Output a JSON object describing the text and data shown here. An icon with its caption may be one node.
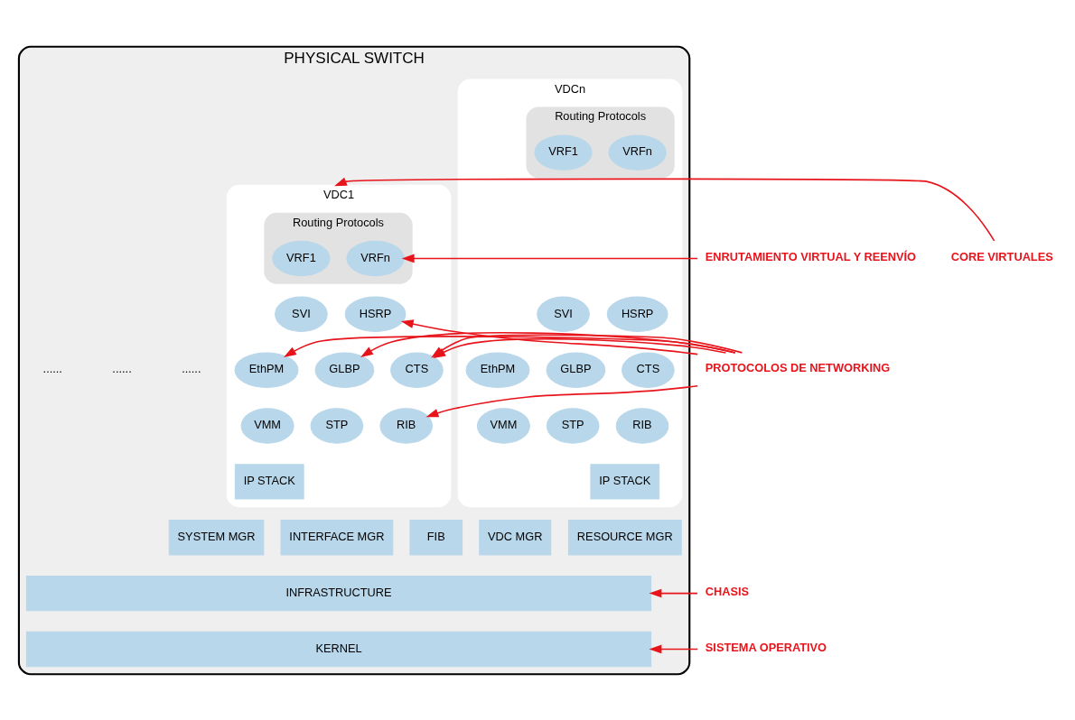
{
  "diagram": {
    "nodes": [
      {
        "text": [
          "PHYSICAL SWITCH"
        ]
      },
      {
        "text": [
          "VDC1"
        ],
        "in": 0
      },
      {
        "text": [
          "Routing Protocols"
        ],
        "in": 1
      },
      {
        "text": [
          "VRF1"
        ],
        "in": 2
      },
      {
        "text": [
          "VRFn"
        ],
        "in": 2
      },
      {
        "text": [
          "SVI"
        ],
        "in": 1
      },
      {
        "text": [
          "HSRP"
        ],
        "in": 1
      },
      {
        "text": [
          "EthPM"
        ],
        "in": 1
      },
      {
        "text": [
          "GLBP"
        ],
        "in": 1
      },
      {
        "text": [
          "CTS"
        ],
        "in": 1
      },
      {
        "text": [
          "VMM"
        ],
        "in": 1
      },
      {
        "text": [
          "STP"
        ],
        "in": 1
      },
      {
        "text": [
          "RIB"
        ],
        "in": 1
      },
      {
        "text": [
          "IP STACK"
        ],
        "in": 1
      },
      {
        "text": [
          "VDCn"
        ],
        "in": 0
      },
      {
        "text": [
          "Routing Protocols"
        ],
        "in": 14
      },
      {
        "text": [
          "VRF1"
        ],
        "in": 15
      },
      {
        "text": [
          "VRFn"
        ],
        "in": 15
      },
      {
        "text": [
          "SVI"
        ],
        "in": 14
      },
      {
        "text": [
          "HSRP"
        ],
        "in": 14
      },
      {
        "text": [
          "EthPM"
        ],
        "in": 14
      },
      {
        "text": [
          "GLBP"
        ],
        "in": 14
      },
      {
        "text": [
          "CTS"
        ],
        "in": 14
      },
      {
        "text": [
          "VMM"
        ],
        "in": 14
      },
      {
        "text": [
          "STP"
        ],
        "in": 14
      },
      {
        "text": [
          "RIB"
        ],
        "in": 14
      },
      {
        "text": [
          "IP STACK"
        ],
        "in": 14
      },
      {
        "text": [
          "SYSTEM MGR"
        ],
        "in": 0
      },
      {
        "text": [
          "INTERFACE MGR"
        ],
        "in": 0
      },
      {
        "text": [
          "FIB"
        ],
        "in": 0
      },
      {
        "text": [
          "VDC MGR"
        ],
        "in": 0
      },
      {
        "text": [
          "RESOURCE MGR"
        ],
        "in": 0
      },
      {
        "text": [
          "INFRASTRUCTURE"
        ],
        "in": 0
      },
      {
        "text": [
          "KERNEL"
        ],
        "in": 0
      },
      {
        "text": [
          "CORE VIRTUALES"
        ]
      },
      {
        "text": [
          "ENRUTAMIENTO VIRTUAL Y REENVÍO"
        ]
      },
      {
        "text": [
          "PROTOCOLOS DE NETWORKING"
        ]
      },
      {
        "text": [
          "CHASIS"
        ]
      },
      {
        "text": [
          "SISTEMA OPERATIVO"
        ]
      }
    ],
    "edges": [
      {
        "from": 34,
        "to": 1,
        "arrow": "to"
      },
      {
        "from": 35,
        "to": 4,
        "arrow": "to"
      },
      {
        "from": 36,
        "to": 6,
        "arrow": "to"
      },
      {
        "from": 36,
        "to": 9,
        "arrow": "to"
      },
      {
        "from": 36,
        "to": 7,
        "arrow": "to"
      },
      {
        "from": 36,
        "to": 8,
        "arrow": "to"
      },
      {
        "from": 36,
        "to": 9,
        "arrow": "to"
      },
      {
        "from": 36,
        "to": 12,
        "arrow": "to"
      },
      {
        "from": 37,
        "to": 32,
        "arrow": "to"
      },
      {
        "from": 38,
        "to": 33,
        "arrow": "to"
      }
    ],
    "labels": [
      "......",
      "......",
      "......"
    ]
  }
}
